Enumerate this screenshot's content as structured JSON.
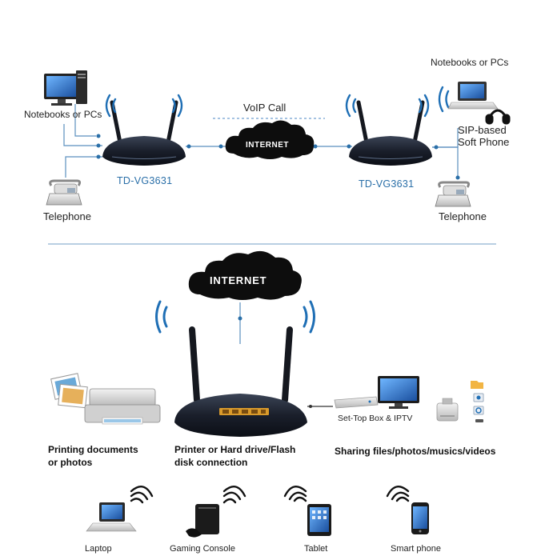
{
  "top_section": {
    "left_notebooks_label": "Notebooks or PCs",
    "left_router_model": "TD-VG3631",
    "left_telephone_label": "Telephone",
    "voip_label": "VoIP Call",
    "cloud_label": "INTERNET",
    "right_notebooks_label": "Notebooks or PCs",
    "right_softphone_line1": "SIP-based",
    "right_softphone_line2": "Soft Phone",
    "right_router_model": "TD-VG3631",
    "right_telephone_label": "Telephone"
  },
  "bottom_section": {
    "cloud_label": "INTERNET",
    "settop_label": "Set-Top Box & IPTV",
    "caption_printing_line1": "Printing documents",
    "caption_printing_line2": "or photos",
    "caption_printer_line1": "Printer or Hard drive/Flash",
    "caption_printer_line2": "disk connection",
    "caption_sharing": "Sharing files/photos/musics/videos",
    "devices": [
      {
        "label": "Laptop",
        "icon": "laptop-icon"
      },
      {
        "label": "Gaming Console",
        "icon": "gaming-console-icon"
      },
      {
        "label": "Tablet",
        "icon": "tablet-icon"
      },
      {
        "label": "Smart phone",
        "icon": "smartphone-icon"
      }
    ]
  },
  "colors": {
    "router_body": "#1a1f2b",
    "model_text": "#2a6fa8",
    "connector_dots": "#2a6fa8",
    "wifi_waves": "#1f6fb5",
    "cloud": "#0d0d0d",
    "divider": "#b9cfe3"
  }
}
